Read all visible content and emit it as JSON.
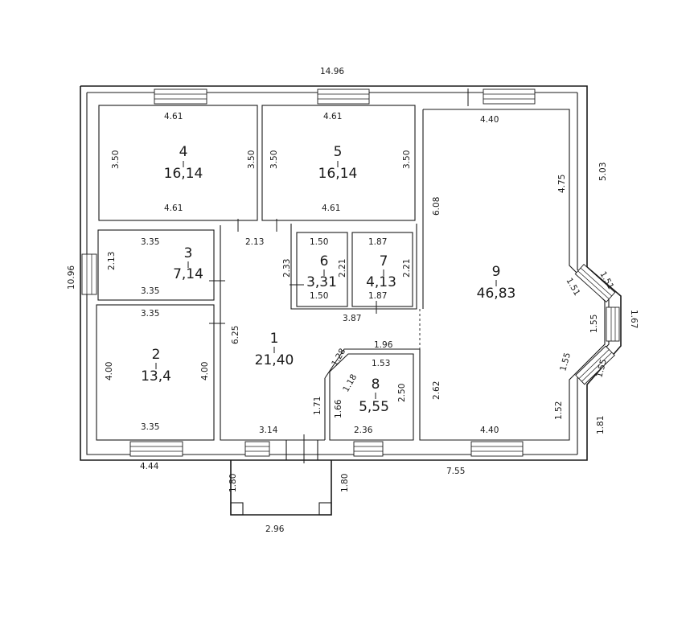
{
  "rooms": [
    {
      "id": "4",
      "number": "4",
      "area": "16,14",
      "dims": {
        "top": "4.61",
        "bottom": "4.61",
        "left": "3.50",
        "right": "3.50"
      }
    },
    {
      "id": "5",
      "number": "5",
      "area": "16,14",
      "dims": {
        "top": "4.61",
        "bottom": "4.61",
        "left": "3.50",
        "right": "3.50"
      }
    },
    {
      "id": "3",
      "number": "3",
      "area": "7,14",
      "dims": {
        "top": "3.35",
        "bottom": "3.35",
        "left": "2.13"
      }
    },
    {
      "id": "2",
      "number": "2",
      "area": "13,4",
      "dims": {
        "top": "3.35",
        "bottom": "3.35",
        "left": "4.00",
        "right": "4.00"
      }
    },
    {
      "id": "1",
      "number": "1",
      "area": "21,40",
      "dims": {
        "top": "2.13",
        "left": "6.25",
        "bottom": "3.14",
        "right": "1.71"
      }
    },
    {
      "id": "6",
      "number": "6",
      "area": "3,31",
      "dims": {
        "top": "1.50",
        "bottom": "1.50",
        "left": "2.33",
        "right": "2.21"
      }
    },
    {
      "id": "7",
      "number": "7",
      "area": "4,13",
      "dims": {
        "top": "1.87",
        "bottom": "1.87",
        "right": "2.21"
      }
    },
    {
      "id": "8",
      "number": "8",
      "area": "5,55",
      "dims": {
        "top": "1.53",
        "outer_top": "1.96",
        "diag_a": "1.28",
        "diag_b": "1.18",
        "left": "1.66",
        "right": "2.50",
        "bottom": "2.36"
      }
    },
    {
      "id": "9",
      "number": "9",
      "area": "46,83",
      "dims": {
        "top": "4.40",
        "bottom": "4.40",
        "left_upper": "6.08",
        "left_lower": "2.62",
        "right_upper": "4.75",
        "bay_a": "1.51",
        "bay_b": "1.55",
        "bay_c": "1.55",
        "right_lower": "1.52"
      }
    }
  ],
  "outer": {
    "top": "14.96",
    "left": "10.96",
    "right_upper": "5.03",
    "bay_a": "1.51",
    "bay_b": "1.55",
    "bay_c": "1.55",
    "bay_mid": "1.67",
    "right_lower": "1.81",
    "bottom_left": "4.44",
    "bottom_right": "7.55",
    "corridor_below": "3.87"
  },
  "porch": {
    "left": "1.80",
    "right": "1.80",
    "bottom": "2.96"
  }
}
